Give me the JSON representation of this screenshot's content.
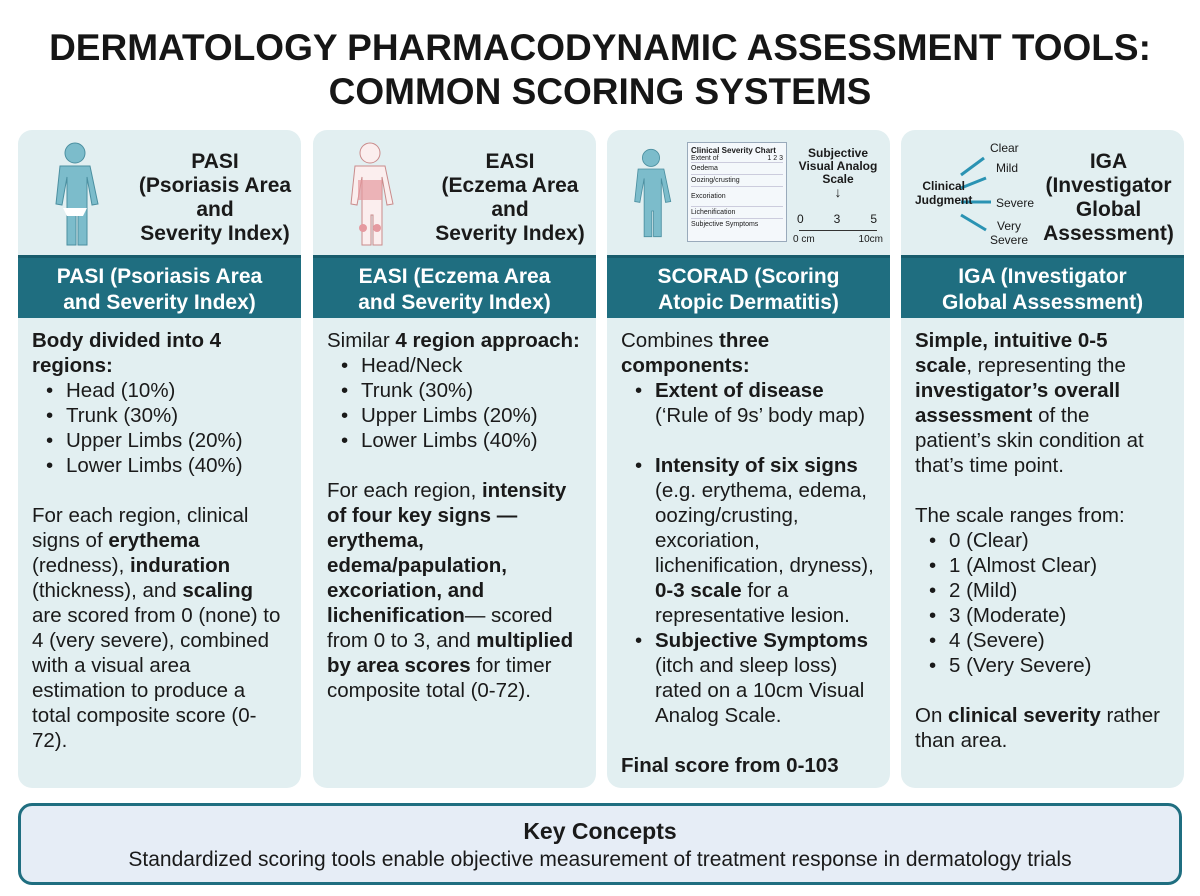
{
  "title_line1": "DERMATOLOGY PHARMACODYNAMIC ASSESSMENT TOOLS:",
  "title_line2": "COMMON SCORING SYSTEMS",
  "pasi": {
    "top_title": [
      "PASI",
      "(Psoriasis Area",
      "and",
      "Severity Index)"
    ],
    "header": [
      "PASI (Psoriasis Area",
      "and Severity Index)"
    ],
    "intro_bold": "Body divided into 4 regions:",
    "regions": [
      "Head (10%)",
      "Trunk (30%)",
      "Upper Limbs (20%)",
      "Lower Limbs (40%)"
    ],
    "p2": [
      "For each region, clinical signs of ",
      "erythema",
      " (redness), ",
      "induration",
      " (thickness), and ",
      "scaling",
      " are scored from 0 (none) to 4 (very severe), combined with a visual area estimation to produce a total composite score (0-72)."
    ]
  },
  "easi": {
    "top_title": [
      "EASI",
      "(Eczema Area",
      "and",
      "Severity Index)"
    ],
    "header": [
      "EASI (Eczema Area",
      "and Severity Index)"
    ],
    "intro": [
      "Similar ",
      "4 region approach:"
    ],
    "regions": [
      "Head/Neck",
      "Trunk (30%)",
      "Upper Limbs (20%)",
      "Lower Limbs (40%)"
    ],
    "p2": [
      "For each region, ",
      "intensity of four key signs —erythema, edema/papulation, excoriation, and lichenification",
      "— scored from 0 to 3, and ",
      "multiplied by area scores",
      " for timer composite total (0-72)."
    ]
  },
  "scorad": {
    "chart_title": "Clinical Severity Chart",
    "chart_rows": [
      "Extent of",
      "Oedema",
      "Oozing/crusting",
      "Excoriation",
      "Lichenification",
      "Subjective Symptoms"
    ],
    "chart_cols": [
      "1",
      "2",
      "3"
    ],
    "vas_title": [
      "Subjective",
      "Visual Analog",
      "Scale"
    ],
    "vas_ticks": [
      "0",
      "3",
      "5"
    ],
    "vas_units": [
      "0 cm",
      "10cm"
    ],
    "header": [
      "SCORAD (Scoring",
      "Atopic Dermatitis)"
    ],
    "intro": [
      "Combines ",
      "three components:"
    ],
    "items": [
      {
        "bold": "Extent of disease",
        "text": " (‘Rule of 9s’ body map)"
      },
      {
        "bold": "Intensity of six signs",
        "text": " (e.g. erythema, edema, oozing/crusting, excoriation, lichenification, dryness), ",
        "bold2": "0-3 scale",
        "text2": " for a representative lesion."
      },
      {
        "bold": "Subjective Symptoms",
        "text": " (itch and sleep loss) rated on a 10cm Visual Analog Scale."
      }
    ],
    "final": "Final score from 0-103"
  },
  "iga": {
    "top_title": [
      "IGA",
      "(Investigator",
      "Global",
      "Assessment)"
    ],
    "judgment": [
      "Clinical",
      "Judgment"
    ],
    "levels": [
      "Clear",
      "Mild",
      "Severe",
      "Very Severe"
    ],
    "header": [
      "IGA (Investigator",
      "Global Assessment)"
    ],
    "p1": [
      "Simple, intuitive 0-5 scale",
      ", representing the ",
      "investigator’s overall assessment",
      " of the patient’s skin condition at that’s time point."
    ],
    "scale_intro": "The scale ranges from:",
    "scale": [
      "0 (Clear)",
      "1 (Almost Clear)",
      "2 (Mild)",
      "3 (Moderate)",
      "4 (Severe)",
      "5 (Very Severe)"
    ],
    "p3": [
      "On ",
      "clinical severity",
      " rather than area."
    ]
  },
  "key": {
    "title": "Key Concepts",
    "text": "Standardized scoring tools enable objective measurement of treatment response in dermatology trials"
  },
  "colors": {
    "band": "#1f6e80",
    "card": "#e2eff1",
    "figure": "#7cbccb"
  }
}
